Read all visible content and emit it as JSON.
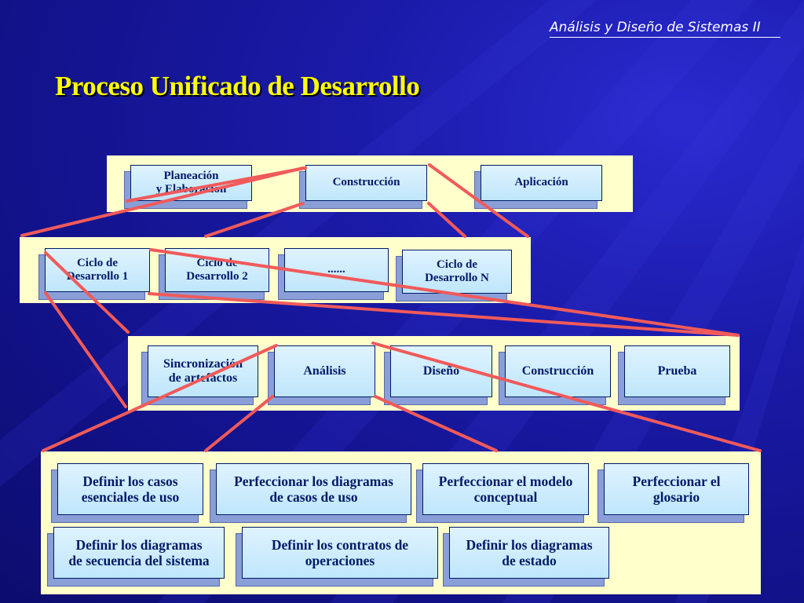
{
  "header": {
    "course": "Análisis y Diseño de Sistemas II"
  },
  "slide": {
    "title": "Proceso Unificado de Desarrollo"
  },
  "diagram": {
    "level1": [
      "Planeación\ny Elaboración",
      "Construcción",
      "Aplicación"
    ],
    "level2": [
      "Ciclo de\nDesarrollo 1",
      "Ciclo de\nDesarrollo 2",
      "......",
      "Ciclo de\nDesarrollo N"
    ],
    "level3": [
      "Sincronización\nde artefactos",
      "Análisis",
      "Diseño",
      "Construcción",
      "Prueba"
    ],
    "level4": [
      "Definir los casos\nesenciales de uso",
      "Perfeccionar los diagramas\nde casos de uso",
      "Perfeccionar el modelo\nconceptual",
      "Perfeccionar el\nglosario",
      "Definir los diagramas\nde secuencia del sistema",
      "Definir los contratos de\noperaciones",
      "Definir los diagramas\nde estado"
    ]
  },
  "colors": {
    "panel": "#ffffcc",
    "box_fill": "#cdeeff",
    "box_border": "#001a66",
    "connector": "#f05a5a",
    "title": "#ffff00"
  }
}
